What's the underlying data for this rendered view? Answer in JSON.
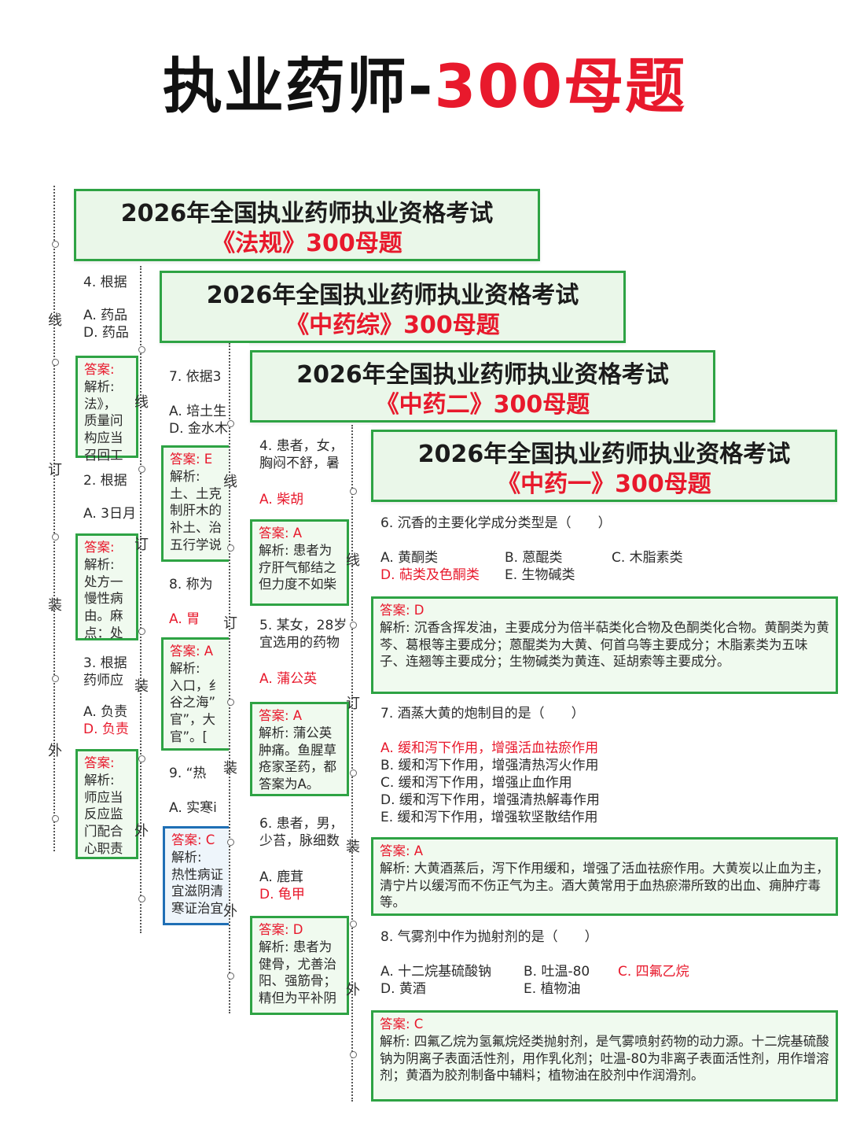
{
  "title": {
    "part1": "执业药师-",
    "part2": "300母题"
  },
  "binding_chars": [
    "线",
    "订",
    "装",
    "外"
  ],
  "sheet1": {
    "header_line1": "2026年全国执业药师执业资格考试",
    "header_line2": "《法规》300母题",
    "items": [
      {
        "q": "4. 根据",
        "opts": [
          "A. 药品",
          "D. 药品"
        ],
        "answer": "答案:",
        "lines": [
          "解析:",
          "法》，",
          "质量问",
          "构应当",
          "召回工"
        ]
      },
      {
        "q": "2. 根据",
        "opts": [
          "A. 3日月"
        ],
        "answer": "答案:",
        "lines": [
          "解析:",
          "处方一",
          "慢性病",
          "由。麻",
          "点：处"
        ]
      },
      {
        "q1": "3. 根据",
        "q2": "药师应",
        "opt1": "A. 负责",
        "opt2": "D. 负责",
        "answer": "答案:",
        "lines": [
          "解析:",
          "师应当",
          "反应监",
          "门配合",
          "心职责"
        ]
      }
    ]
  },
  "sheet2": {
    "header_line1": "2026年全国执业药师执业资格考试",
    "header_line2": "《中药综》300母题",
    "items": [
      {
        "q": "7. 依据3",
        "opts": [
          "A. 培土生",
          "D. 金水木"
        ],
        "answer": "答案: E",
        "lines": [
          "解析: ",
          "土、土克",
          "制肝木的",
          "补土、治",
          "五行学说"
        ]
      },
      {
        "q": "8. 称为",
        "opt": "A. 胃",
        "answer": "答案: A",
        "lines": [
          "解析: ",
          "入口，纟",
          "谷之海”",
          "官”，大",
          "官”。["
        ]
      },
      {
        "q": "9. “热",
        "opt": "A. 实寒i",
        "answer": "答案: C",
        "lines": [
          "解析: ",
          "热性病证",
          "宜滋阴清",
          "寒证治宜"
        ]
      }
    ]
  },
  "sheet3": {
    "header_line1": "2026年全国执业药师执业资格考试",
    "header_line2": "《中药二》300母题",
    "items": [
      {
        "q1": "4. 患者，女，",
        "q2": "胸闷不舒，暑",
        "opt": "A. 柴胡",
        "answer": "答案: A",
        "lines": [
          "解析: 患者为",
          "疗肝气郁结之",
          "但力度不如柴"
        ]
      },
      {
        "q1": "5. 某女，28岁",
        "q2": "宜选用的药物",
        "opt": "A. 蒲公英",
        "answer": "答案: A",
        "lines": [
          "解析: 蒲公英",
          "肿痛。鱼腥草",
          "疮家圣药，都",
          "答案为A。"
        ]
      },
      {
        "q1": "6. 患者，男，",
        "q2": "少苔，脉细数",
        "opt1": "A. 鹿茸",
        "opt2": "D. 龟甲",
        "answer": "答案: D",
        "lines": [
          "解析: 患者为",
          "健骨，尤善治",
          "阳、强筋骨；",
          "精但为平补阴"
        ]
      }
    ]
  },
  "sheet4": {
    "header_line1": "2026年全国执业药师执业资格考试",
    "header_line2": "《中药一》300母题",
    "q6": {
      "q": "6. 沉香的主要化学成分类型是（　　）",
      "a": "A. 黄酮类",
      "b": "B. 蒽醌类",
      "c": "C. 木脂素类",
      "d": "D. 萜类及色酮类",
      "e": "E. 生物碱类",
      "answer": "答案: D",
      "analysis": "解析: 沉香含挥发油，主要成分为倍半萜类化合物及色酮类化合物。黄酮类为黄芩、葛根等主要成分；蒽醌类为大黄、何首乌等主要成分；木脂素类为五味子、连翘等主要成分；生物碱类为黄连、延胡索等主要成分。"
    },
    "q7": {
      "q": "7. 酒蒸大黄的炮制目的是（　　）",
      "opts": [
        "A. 缓和泻下作用，增强活血祛瘀作用",
        "B. 缓和泻下作用，增强清热泻火作用",
        "C. 缓和泻下作用，增强止血作用",
        "D. 缓和泻下作用，增强清热解毒作用",
        "E. 缓和泻下作用，增强软坚散结作用"
      ],
      "answer": "答案: A",
      "analysis": "解析: 大黄酒蒸后，泻下作用缓和，增强了活血祛瘀作用。大黄炭以止血为主，清宁片以缓泻而不伤正气为主。酒大黄常用于血热瘀滞所致的出血、痈肿疔毒等。"
    },
    "q8": {
      "q": "8. 气雾剂中作为抛射剂的是（　　）",
      "a": "A. 十二烷基硫酸钠",
      "b": "B. 吐温-80",
      "c": "C. 四氟乙烷",
      "d": "D. 黄酒",
      "e": "E. 植物油",
      "answer": "答案: C",
      "analysis": "解析: 四氟乙烷为氢氟烷烃类抛射剂，是气雾喷射药物的动力源。十二烷基硫酸钠为阴离子表面活性剂，用作乳化剂；吐温-80为非离子表面活性剂，用作增溶剂；黄酒为胶剂制备中辅料；植物油在胶剂中作润滑剂。"
    }
  },
  "colors": {
    "green": "#2ea344",
    "red": "#e8192c",
    "blue": "#1f6fb5",
    "header_bg": "#eaf7e9"
  }
}
